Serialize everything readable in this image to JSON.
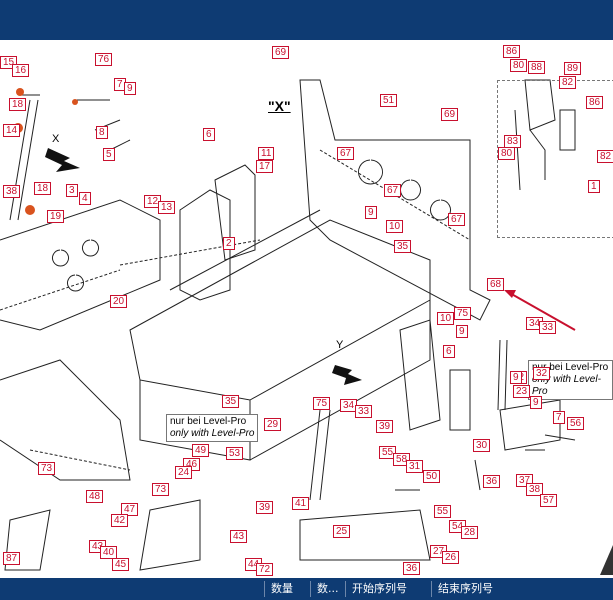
{
  "drawing": {
    "view_label": "\"X\"",
    "notes": [
      {
        "line1": "nur bei Level-Pro",
        "line2": "only with Level-Pro"
      },
      {
        "line1": "nur bei Level-Pro",
        "line2": "only with Level-Pro"
      }
    ],
    "callouts": [
      "69",
      "1",
      "69",
      "67",
      "67",
      "67",
      "68",
      "76",
      "15",
      "16",
      "7",
      "9",
      "18",
      "14",
      "8",
      "5",
      "3",
      "4",
      "38",
      "18",
      "19",
      "6",
      "11",
      "17",
      "12",
      "13",
      "2",
      "9",
      "10",
      "35",
      "20",
      "75",
      "10",
      "9",
      "34",
      "33",
      "6",
      "35",
      "34",
      "33",
      "75",
      "51",
      "32",
      "29",
      "39",
      "23",
      "9",
      "7",
      "56",
      "55",
      "58",
      "31",
      "30",
      "36",
      "37",
      "38",
      "57",
      "50",
      "49",
      "46",
      "24",
      "53",
      "55",
      "54",
      "28",
      "27",
      "26",
      "36",
      "25",
      "39",
      "41",
      "43",
      "44",
      "72",
      "73",
      "48",
      "47",
      "42",
      "43",
      "40",
      "45",
      "73",
      "87",
      "86",
      "80",
      "88",
      "89",
      "82",
      "83",
      "80",
      "86",
      "82",
      "1",
      "51",
      "32",
      "9"
    ],
    "accent_color": "#c8102e"
  },
  "footer": {
    "columns": [
      "数量",
      "数...",
      "开始序列号",
      "结束序列号"
    ]
  }
}
